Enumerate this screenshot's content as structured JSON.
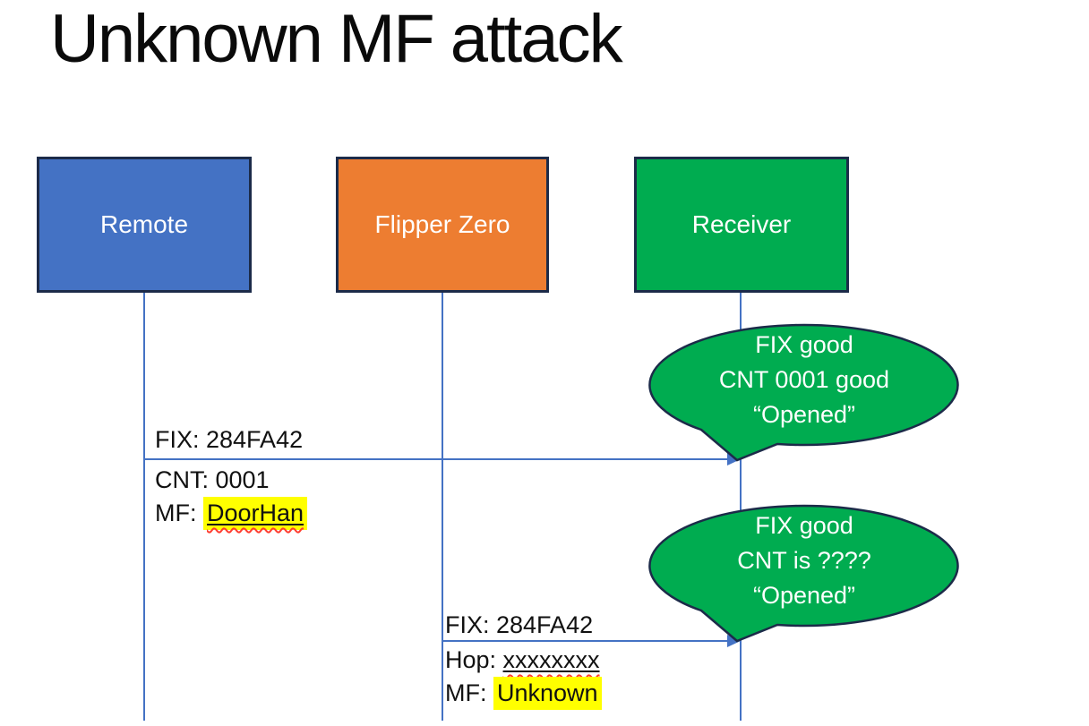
{
  "title": "Unknown MF attack",
  "colors": {
    "accent-blue": "#4472C4",
    "accent-orange": "#ED7D31",
    "accent-green": "#00AC50",
    "outline-navy": "#1C2B49",
    "line-blue": "#4472C4",
    "highlight-yellow": "#FFFF00",
    "spell-red": "#FF3D2E",
    "text-dark": "#111111"
  },
  "actors": [
    {
      "label": "Remote"
    },
    {
      "label": "Flipper Zero"
    },
    {
      "label": "Receiver"
    }
  ],
  "messages": [
    {
      "from": "Remote",
      "to": "Receiver",
      "above": "FIX: 284FA42",
      "below": [
        {
          "prefix": "CNT: ",
          "value": "0001"
        },
        {
          "prefix": "MF: ",
          "value": "DoorHan"
        }
      ]
    },
    {
      "from": "Flipper Zero",
      "to": "Receiver",
      "above": "FIX: 284FA42",
      "below": [
        {
          "prefix": "Hop: ",
          "value": "xxxxxxxx"
        },
        {
          "prefix": "MF: ",
          "value": "Unknown"
        }
      ]
    }
  ],
  "bubbles": [
    {
      "lines": [
        "FIX good",
        "CNT 0001 good",
        "“Opened”"
      ]
    },
    {
      "lines": [
        "FIX good",
        "CNT is ????",
        "“Opened”"
      ]
    }
  ]
}
